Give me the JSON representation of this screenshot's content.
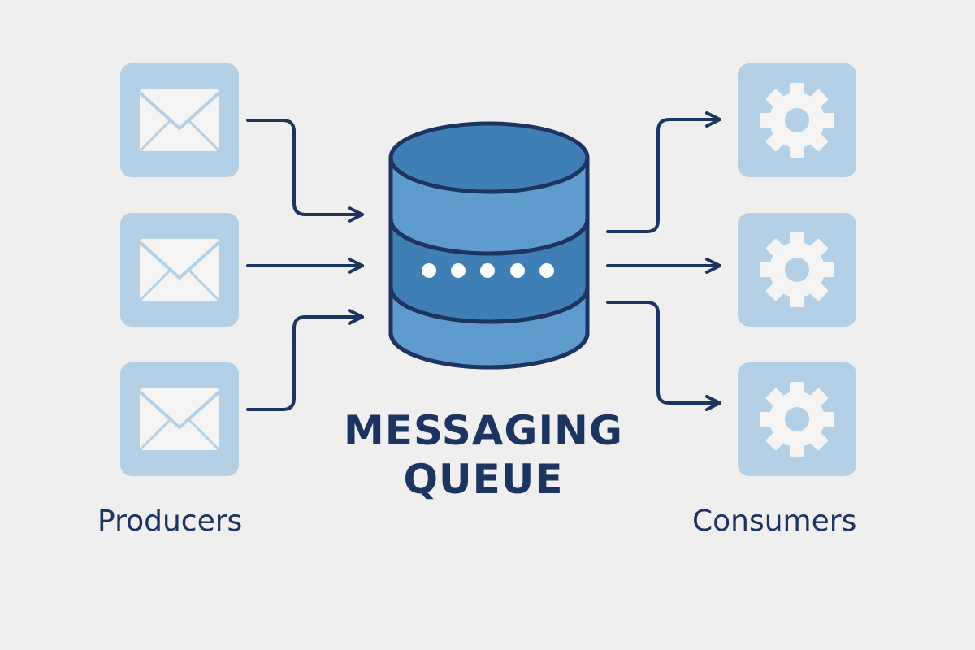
{
  "title": {
    "line1": "MESSAGING",
    "line2": "QUEUE"
  },
  "producers": {
    "label": "Producers",
    "count": 3,
    "icon": "envelope-icon"
  },
  "consumers": {
    "label": "Consumers",
    "count": 3,
    "icon": "gear-icon"
  },
  "queue": {
    "icon": "database-icon",
    "dot_count": 5
  },
  "colors": {
    "background": "#efefef",
    "tile": "#b4d0e6",
    "icon_white": "#f4f4f4",
    "navy": "#1d3461",
    "cylinder_light": "#5f9ccd",
    "cylinder_dark": "#3f7fb5"
  }
}
